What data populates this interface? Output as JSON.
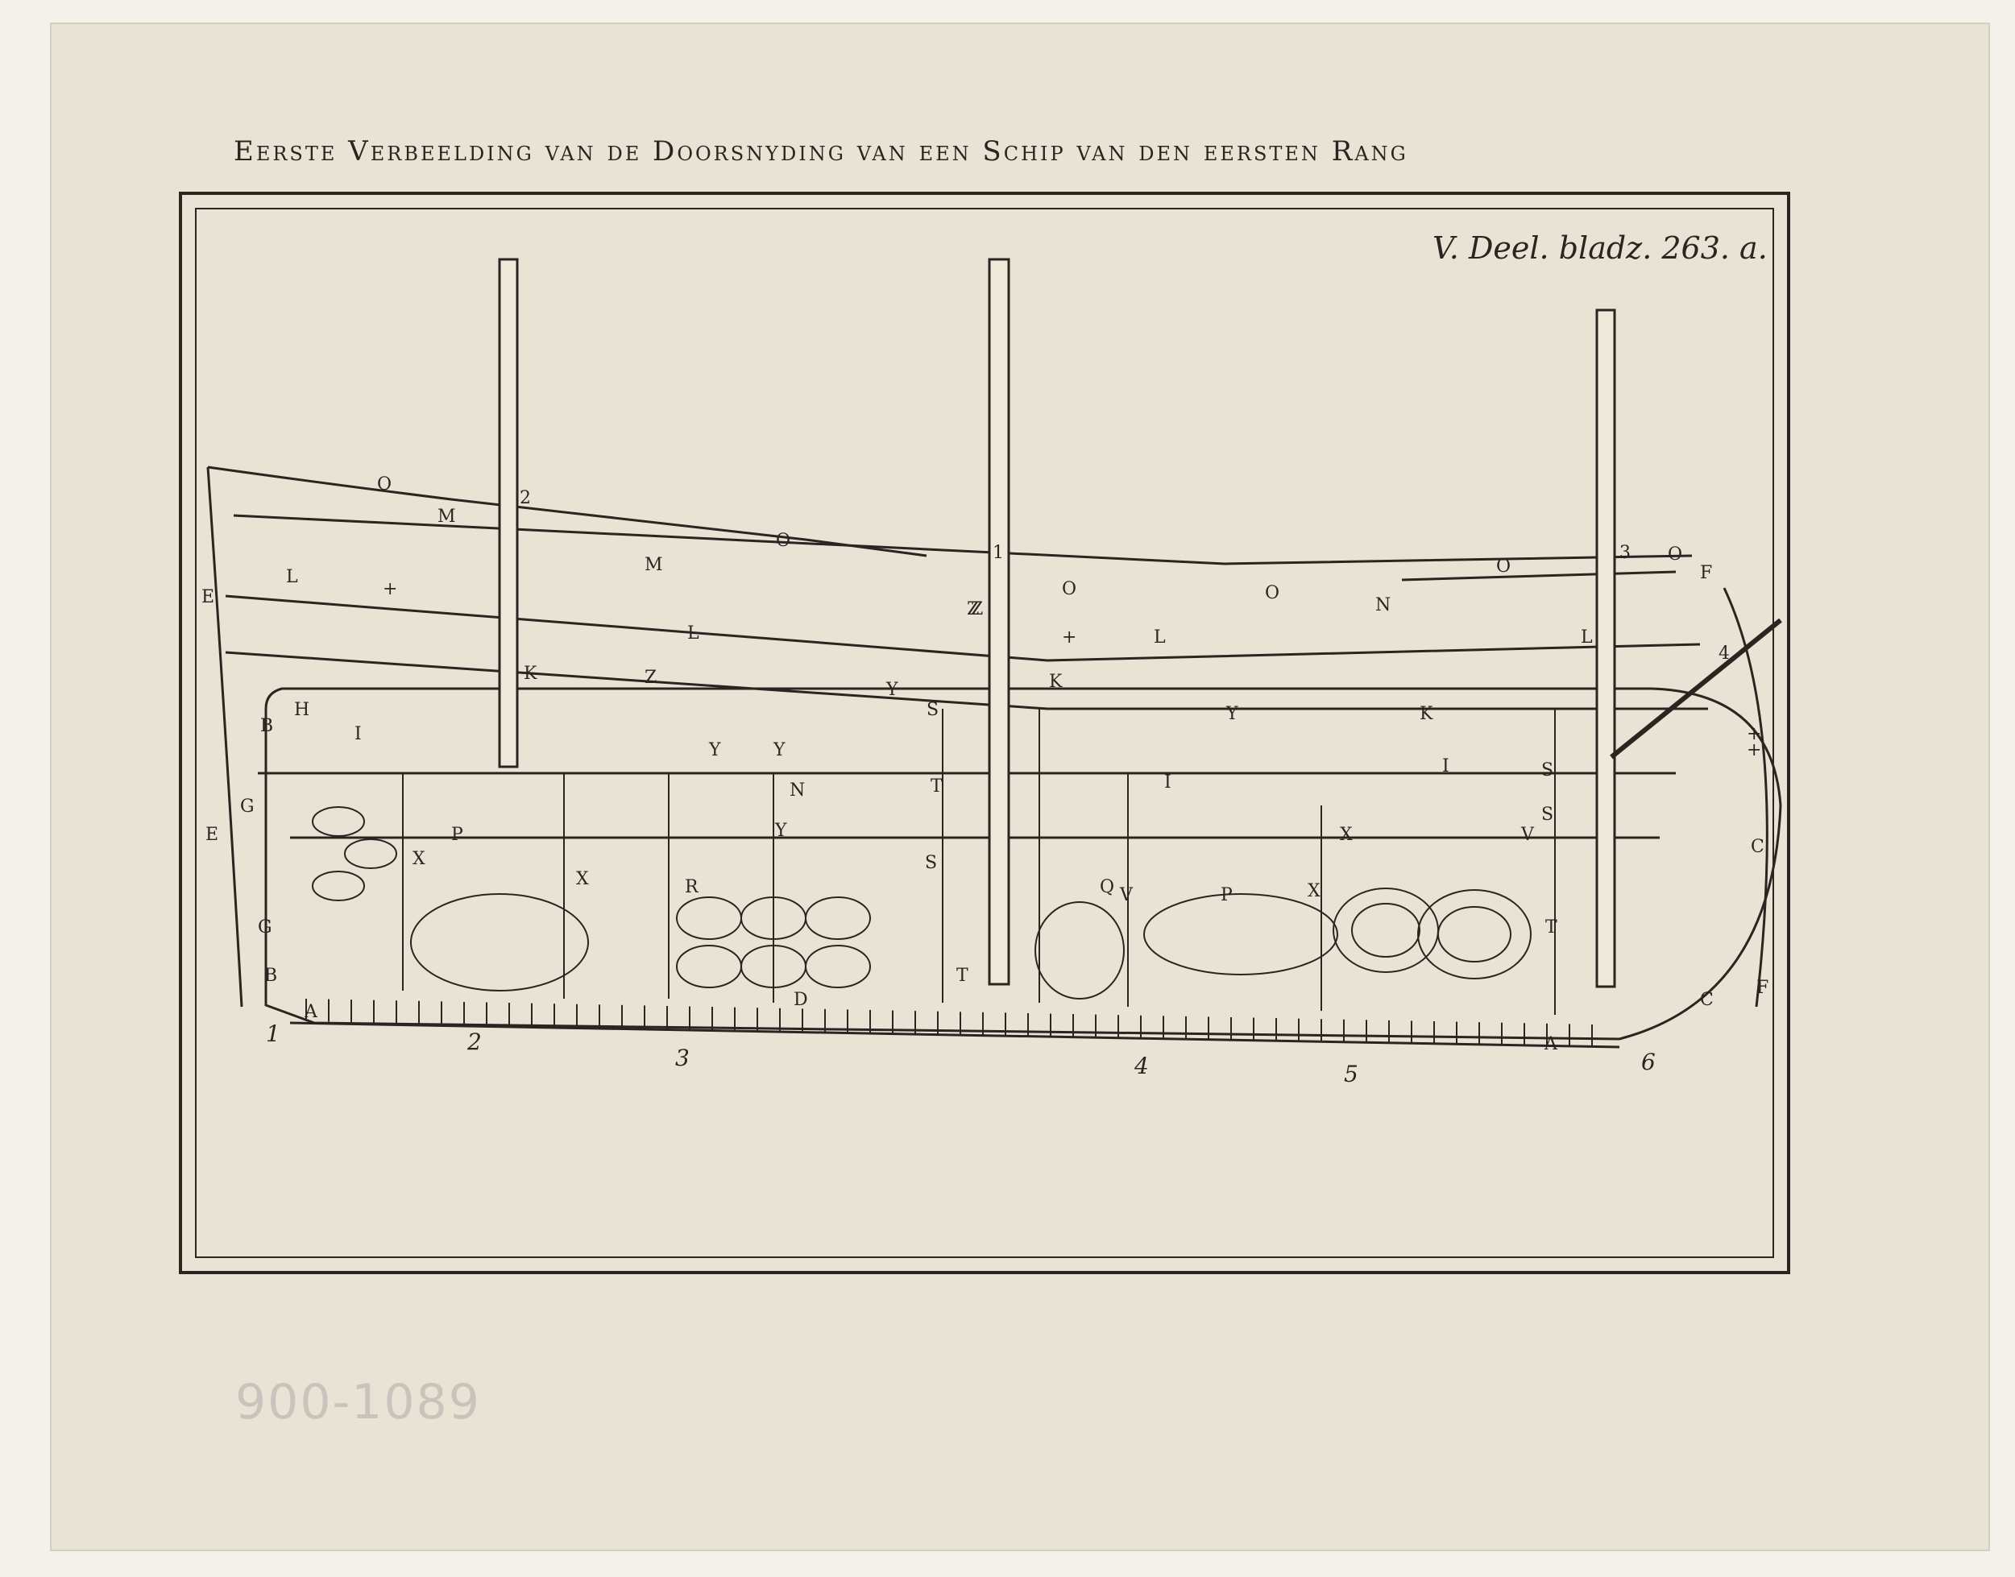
{
  "title": "Eerste Verbeelding van de Doorsnyding van een Schip van den eersten Rang",
  "reference": "V. Deel. bladz. 263. a.",
  "pencil_note": "900-1089",
  "labels": [
    {
      "t": "O"
    },
    {
      "t": "M"
    },
    {
      "t": "2"
    },
    {
      "t": "O"
    },
    {
      "t": "M"
    },
    {
      "t": "L"
    },
    {
      "t": "+"
    },
    {
      "t": "E"
    },
    {
      "t": "K"
    },
    {
      "t": "L"
    },
    {
      "t": "Z"
    },
    {
      "t": "H"
    },
    {
      "t": "I"
    },
    {
      "t": "B"
    },
    {
      "t": "G"
    },
    {
      "t": "E"
    },
    {
      "t": "G"
    },
    {
      "t": "B"
    },
    {
      "t": "A"
    },
    {
      "t": "X"
    },
    {
      "t": "P"
    },
    {
      "t": "X"
    },
    {
      "t": "R"
    },
    {
      "t": "Y"
    },
    {
      "t": "Y"
    },
    {
      "t": "Z"
    },
    {
      "t": "Y"
    },
    {
      "t": "S"
    },
    {
      "t": "T"
    },
    {
      "t": "S"
    },
    {
      "t": "T"
    },
    {
      "t": "1"
    },
    {
      "t": "Z"
    },
    {
      "t": "O"
    },
    {
      "t": "+"
    },
    {
      "t": "L"
    },
    {
      "t": "O"
    },
    {
      "t": "N"
    },
    {
      "t": "O"
    },
    {
      "t": "3"
    },
    {
      "t": "O"
    },
    {
      "t": "F"
    },
    {
      "t": "K"
    },
    {
      "t": "Y"
    },
    {
      "t": "K"
    },
    {
      "t": "L"
    },
    {
      "t": "4"
    },
    {
      "t": "I"
    },
    {
      "t": "I"
    },
    {
      "t": "S"
    },
    {
      "t": "S"
    },
    {
      "t": "X"
    },
    {
      "t": "V"
    },
    {
      "t": "+"
    },
    {
      "t": "+"
    },
    {
      "t": "C"
    },
    {
      "t": "Q"
    },
    {
      "t": "V"
    },
    {
      "t": "P"
    },
    {
      "t": "X"
    },
    {
      "t": "T"
    },
    {
      "t": "D"
    },
    {
      "t": "C"
    },
    {
      "t": "F"
    },
    {
      "t": "A"
    },
    {
      "t": "Y"
    },
    {
      "t": "N"
    }
  ],
  "section_numbers": [
    "1",
    "2",
    "3",
    "4",
    "5",
    "6"
  ]
}
